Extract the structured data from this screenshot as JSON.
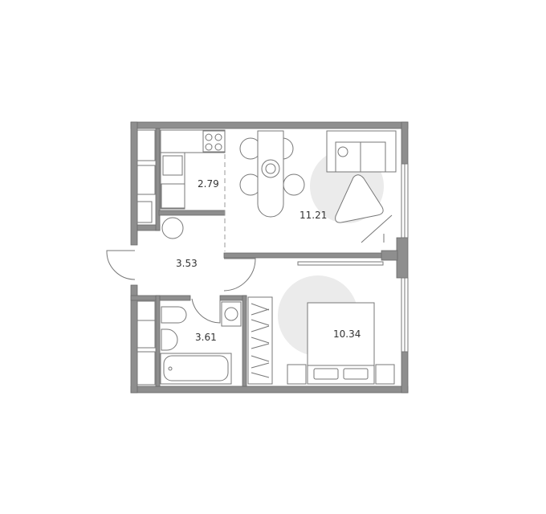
{
  "floor_plan": {
    "rooms": [
      {
        "id": "kitchen",
        "area": "2.79"
      },
      {
        "id": "living",
        "area": "11.21"
      },
      {
        "id": "hall",
        "area": "3.53"
      },
      {
        "id": "bathroom",
        "area": "3.61"
      },
      {
        "id": "bedroom",
        "area": "10.34"
      }
    ],
    "colors": {
      "wall": "#8e8e8e",
      "rug": "#ebebeb",
      "line": "#777777"
    }
  }
}
